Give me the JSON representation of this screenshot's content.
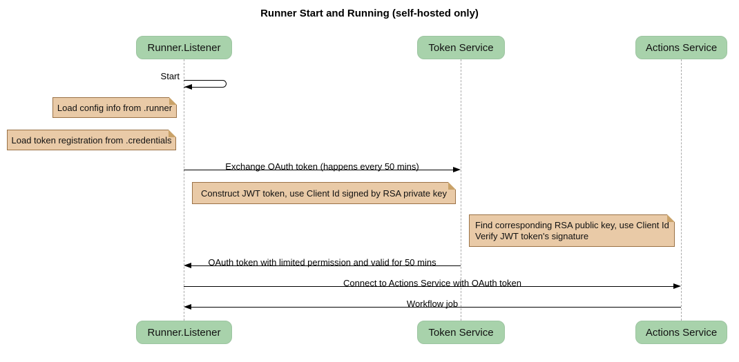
{
  "title": "Runner Start and Running (self-hosted only)",
  "participants": [
    {
      "id": "runner-listener",
      "label": "Runner.Listener"
    },
    {
      "id": "token-service",
      "label": "Token Service"
    },
    {
      "id": "actions-service",
      "label": "Actions Service"
    }
  ],
  "messages": [
    {
      "label": "Start",
      "type": "self",
      "from": "runner-listener",
      "to": "runner-listener"
    },
    {
      "label": "Exchange OAuth token (happens every 50 mins)",
      "type": "solid-arrow",
      "from": "runner-listener",
      "to": "token-service"
    },
    {
      "label": "OAuth token with limited permission and valid for 50 mins",
      "type": "solid-arrow",
      "from": "token-service",
      "to": "runner-listener"
    },
    {
      "label": "Connect to Actions Service with OAuth token",
      "type": "solid-arrow",
      "from": "runner-listener",
      "to": "actions-service"
    },
    {
      "label": "Workflow job",
      "type": "solid-arrow",
      "from": "actions-service",
      "to": "runner-listener"
    }
  ],
  "notes": [
    {
      "label": "Load config info from .runner",
      "position": "left-of runner-listener"
    },
    {
      "label": "Load token registration from .credentials",
      "position": "left-of runner-listener"
    },
    {
      "label": "Construct JWT token, use Client Id signed by RSA private key",
      "position": "between runner-listener and token-service"
    },
    {
      "lines": [
        "Find corresponding RSA public key, use Client Id",
        "Verify JWT token's signature"
      ],
      "position": "left-of actions-service"
    }
  ],
  "colors": {
    "participant_fill": "#a8d2ab",
    "participant_border": "#9cc4a0",
    "note_fill": "#e9caa7",
    "note_border": "#9a7145",
    "lifeline": "#a9a9a9",
    "message": "#000000",
    "background": "#ffffff"
  }
}
